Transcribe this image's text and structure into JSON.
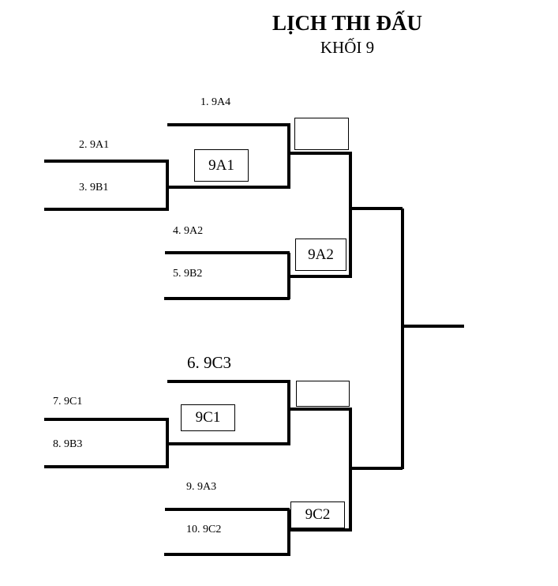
{
  "header": {
    "title": "LỊCH THI ĐẤU",
    "subtitle": "KHỐI 9"
  },
  "teams": [
    {
      "label": "1.   9A4"
    },
    {
      "label": "2.   9A1"
    },
    {
      "label": "3.   9B1"
    },
    {
      "label": "4. 9A2"
    },
    {
      "label": "5. 9B2"
    },
    {
      "label": "6. 9C3"
    },
    {
      "label": "7. 9C1"
    },
    {
      "label": "8. 9B3"
    },
    {
      "label": "9. 9A3"
    },
    {
      "label": "10. 9C2"
    }
  ],
  "winners": {
    "r1_top": "9A1",
    "r1_a2": "9A2",
    "r2_top": "",
    "r1_c1": "9C1",
    "r1_c2": "9C2",
    "r2_bottom": ""
  }
}
